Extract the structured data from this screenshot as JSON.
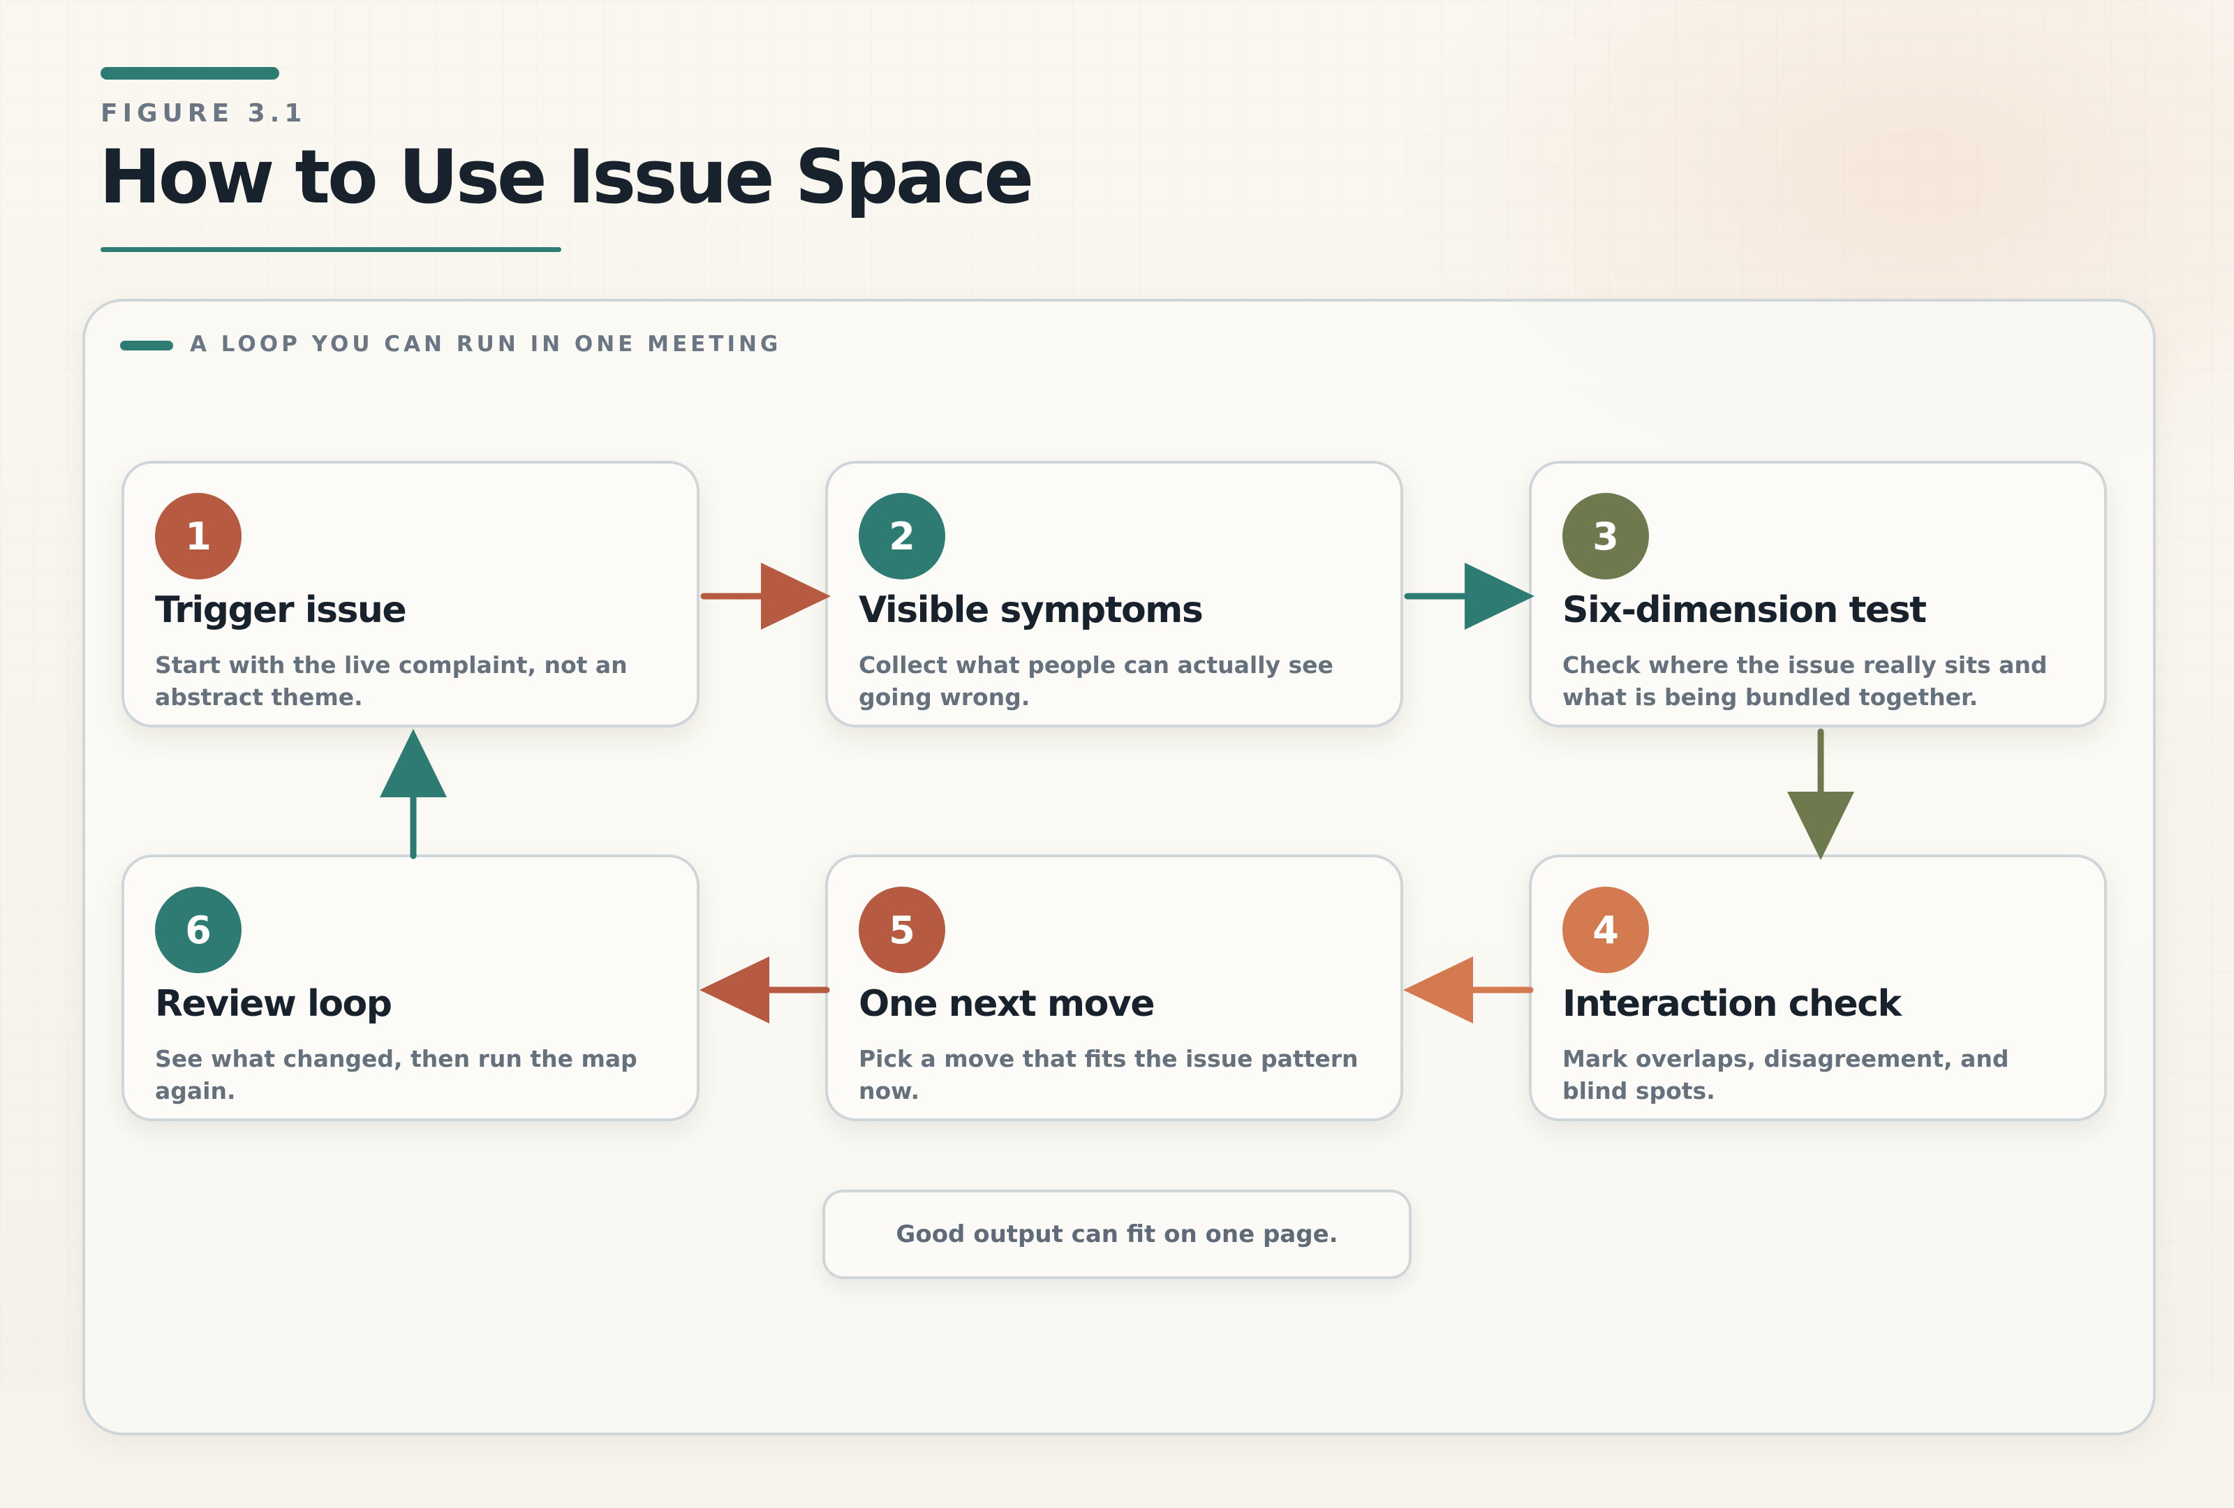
{
  "header": {
    "kicker": "FIGURE 3.1",
    "title": "How to Use Issue Space"
  },
  "panel": {
    "label": "A LOOP YOU CAN RUN IN ONE MEETING"
  },
  "steps": [
    {
      "number": "1",
      "title": "Trigger issue",
      "description": "Start with the live complaint, not an abstract theme.",
      "color": "#b65a42"
    },
    {
      "number": "2",
      "title": "Visible symptoms",
      "description": "Collect what people can actually see going wrong.",
      "color": "#2e7b73"
    },
    {
      "number": "3",
      "title": "Six-dimension test",
      "description": "Check where the issue really sits and what is being bundled together.",
      "color": "#6e7a4e"
    },
    {
      "number": "4",
      "title": "Interaction check",
      "description": "Mark overlaps, disagreement, and blind spots.",
      "color": "#d37a50"
    },
    {
      "number": "5",
      "title": "One next move",
      "description": "Pick a move that fits the issue pattern now.",
      "color": "#b65a42"
    },
    {
      "number": "6",
      "title": "Review loop",
      "description": "See what changed, then run the map again.",
      "color": "#2e7b73"
    }
  ],
  "arrows": [
    {
      "from": "1",
      "to": "2",
      "color": "#b65a42"
    },
    {
      "from": "2",
      "to": "3",
      "color": "#2e7b73"
    },
    {
      "from": "3",
      "to": "4",
      "color": "#6e7a4e"
    },
    {
      "from": "4",
      "to": "5",
      "color": "#d37a50"
    },
    {
      "from": "5",
      "to": "6",
      "color": "#b65a42"
    },
    {
      "from": "6",
      "to": "1",
      "color": "#2e7b73"
    }
  ],
  "note": {
    "text": "Good output can fit on one page."
  }
}
